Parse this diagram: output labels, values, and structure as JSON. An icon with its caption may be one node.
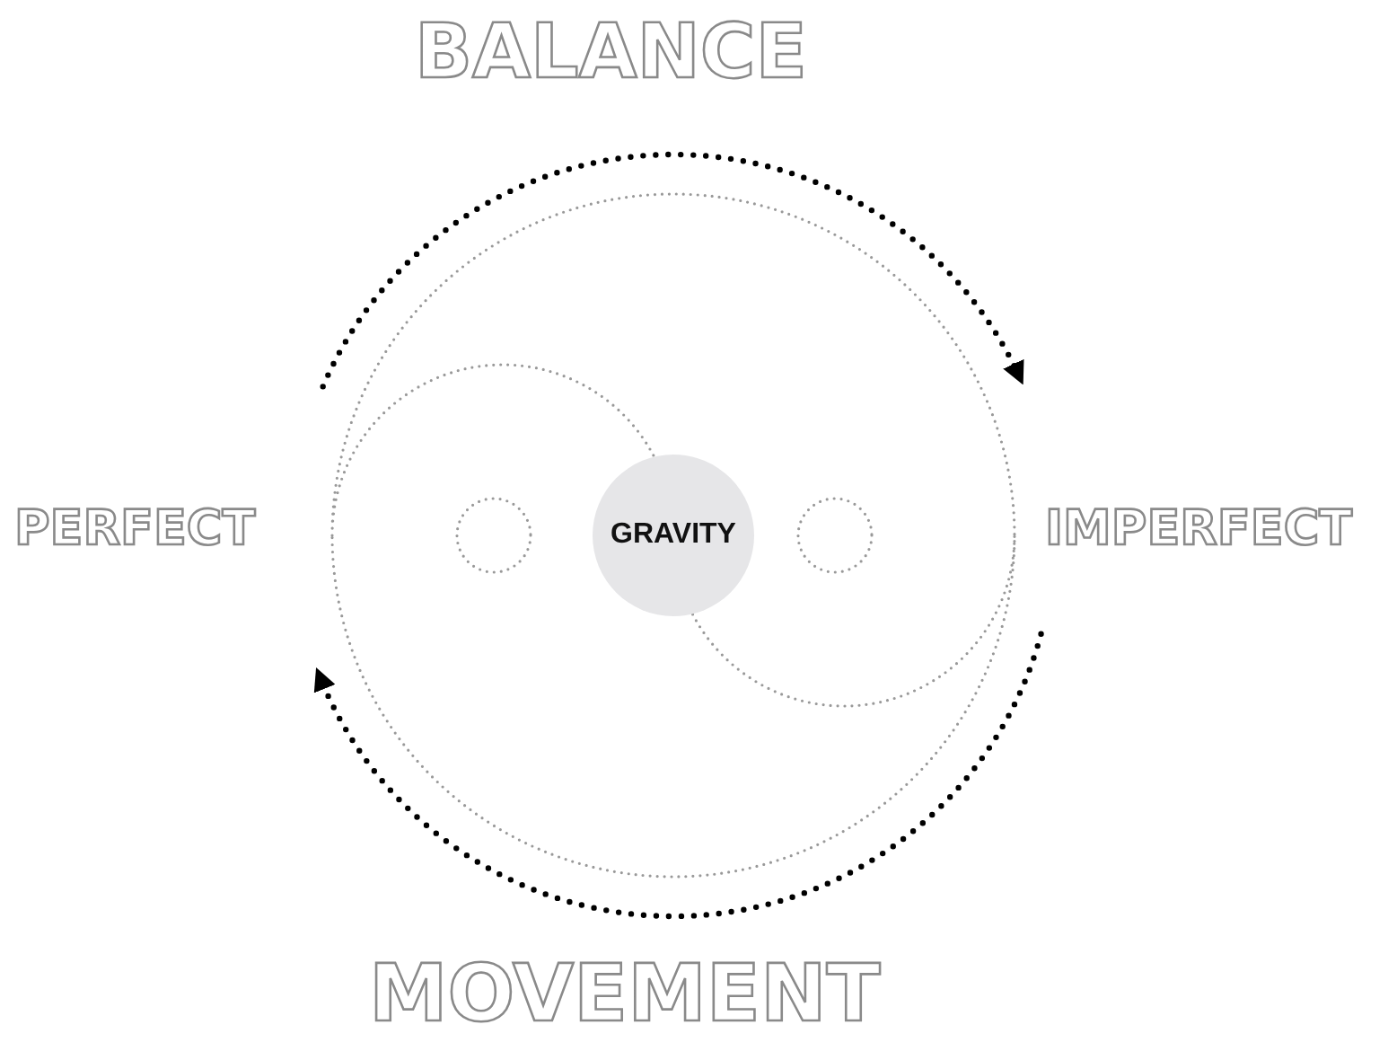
{
  "diagram": {
    "nodes": [
      {
        "text": [],
        "shape": "circle"
      },
      {
        "text": [
          "GRAVITY"
        ]
      },
      {
        "text": [],
        "shape": "circle"
      }
    ],
    "labels": [
      "BALANCE",
      "PERFECT",
      "IMPERFECT",
      "MOVEMENT"
    ]
  }
}
